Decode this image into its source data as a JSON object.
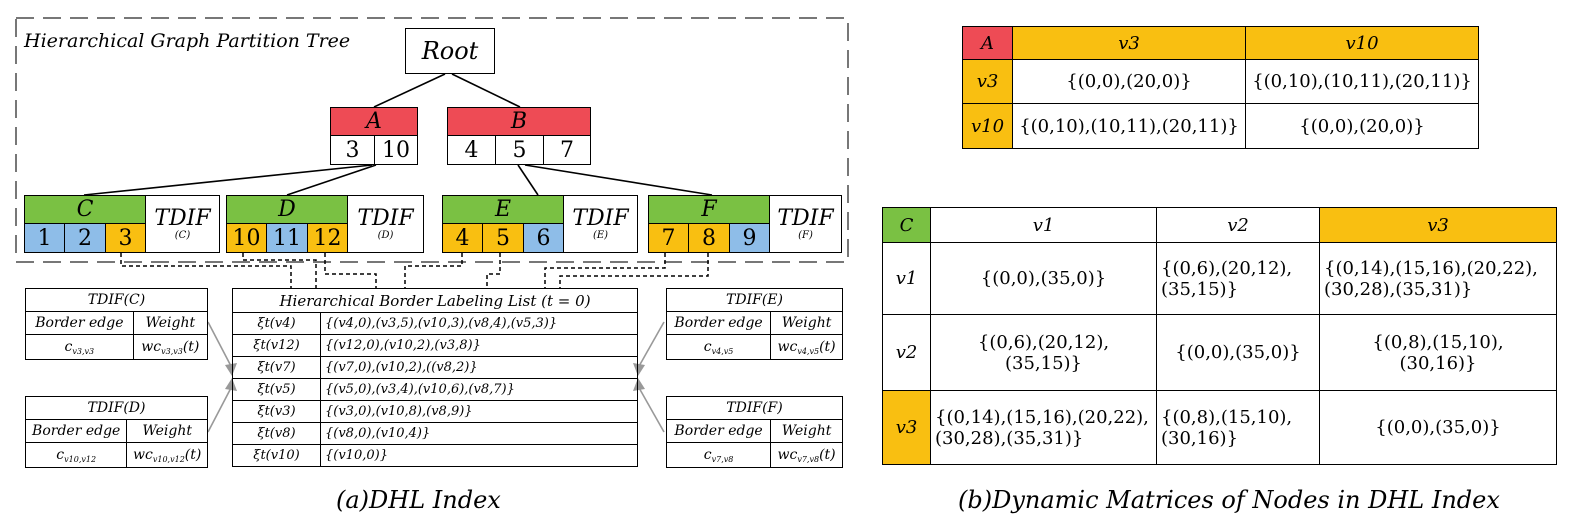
{
  "left": {
    "frame_title": "Hierarchical Graph Partition Tree",
    "root_label": "Root",
    "node_a": {
      "label": "A",
      "cells": [
        "3",
        "10"
      ]
    },
    "node_b": {
      "label": "B",
      "cells": [
        "4",
        "5",
        "7"
      ]
    },
    "leaf_c": {
      "label": "C",
      "cells": [
        "1",
        "2",
        "3"
      ],
      "tdif": "TDIF",
      "tdif_sub": "(C)"
    },
    "leaf_d": {
      "label": "D",
      "cells": [
        "10",
        "11",
        "12"
      ],
      "tdif": "TDIF",
      "tdif_sub": "(D)"
    },
    "leaf_e": {
      "label": "E",
      "cells": [
        "4",
        "5",
        "6"
      ],
      "tdif": "TDIF",
      "tdif_sub": "(E)"
    },
    "leaf_f": {
      "label": "F",
      "cells": [
        "7",
        "8",
        "9"
      ],
      "tdif": "TDIF",
      "tdif_sub": "(F)"
    },
    "tdif_tables": [
      {
        "title": "TDIF(C)",
        "col1": "Border edge",
        "col2": "Weight",
        "edge": "c",
        "edge_sub": "v3,v3",
        "weight": "wc",
        "weight_sub": "v3,v3",
        "weight_t": "(t)"
      },
      {
        "title": "TDIF(D)",
        "col1": "Border edge",
        "col2": "Weight",
        "edge": "c",
        "edge_sub": "v10,v12",
        "weight": "wc",
        "weight_sub": "v10,v12",
        "weight_t": "(t)"
      },
      {
        "title": "TDIF(E)",
        "col1": "Border edge",
        "col2": "Weight",
        "edge": "c",
        "edge_sub": "v4,v5",
        "weight": "wc",
        "weight_sub": "v4,v5",
        "weight_t": "(t)"
      },
      {
        "title": "TDIF(F)",
        "col1": "Border edge",
        "col2": "Weight",
        "edge": "c",
        "edge_sub": "v7,v8",
        "weight": "wc",
        "weight_sub": "v7,v8",
        "weight_t": "(t)"
      }
    ],
    "labeling_list": {
      "title": "Hierarchical Border Labeling List (t = 0)",
      "rows": [
        {
          "key": "ξt(v4)",
          "value": "{(v4,0),(v3,5),(v10,3),(v8,4),(v5,3)}"
        },
        {
          "key": "ξt(v12)",
          "value": "{(v12,0),(v10,2),(v3,8)}"
        },
        {
          "key": "ξt(v7)",
          "value": "{(v7,0),(v10,2),((v8,2)}"
        },
        {
          "key": "ξt(v5)",
          "value": "{(v5,0),(v3,4),(v10,6),(v8,7)}"
        },
        {
          "key": "ξt(v3)",
          "value": "{(v3,0),(v10,8),(v8,9)}"
        },
        {
          "key": "ξt(v8)",
          "value": "{(v8,0),(v10,4)}"
        },
        {
          "key": "ξt(v10)",
          "value": "{(v10,0)}"
        }
      ]
    },
    "caption": "(a)DHL Index"
  },
  "right": {
    "matrix_a": {
      "corner": "A",
      "cols": [
        "v3",
        "v10"
      ],
      "rows": [
        {
          "head": "v3",
          "cells": [
            "{(0,0),(20,0)}",
            "{(0,10),(10,11),(20,11)}"
          ]
        },
        {
          "head": "v10",
          "cells": [
            "{(0,10),(10,11),(20,11)}",
            "{(0,0),(20,0)}"
          ]
        }
      ]
    },
    "matrix_c": {
      "corner": "C",
      "cols": [
        "v1",
        "v2",
        "v3"
      ],
      "rows": [
        {
          "head": "v1",
          "cells": [
            [
              "{(0,0),(35,0)}"
            ],
            [
              "{(0,6),(20,12),",
              "(35,15)}"
            ],
            [
              "{(0,14),(15,16),(20,22),",
              "(30,28),(35,31)}"
            ]
          ]
        },
        {
          "head": "v2",
          "cells": [
            [
              "{(0,6),(20,12),",
              "(35,15)}"
            ],
            [
              "{(0,0),(35,0)}"
            ],
            [
              "{(0,8),(15,10),",
              "(30,16)}"
            ]
          ]
        },
        {
          "head": "v3",
          "cells": [
            [
              "{(0,14),(15,16),(20,22),",
              "(30,28),(35,31)}"
            ],
            [
              "{(0,8),(15,10),",
              "(30,16)}"
            ],
            [
              "{(0,0),(35,0)}"
            ]
          ]
        }
      ]
    },
    "caption": "(b)Dynamic Matrices of Nodes in DHL Index"
  },
  "colors": {
    "red": "#ee4b55",
    "green": "#7ac143",
    "blue": "#8ebde8",
    "gold": "#f9bf11"
  }
}
